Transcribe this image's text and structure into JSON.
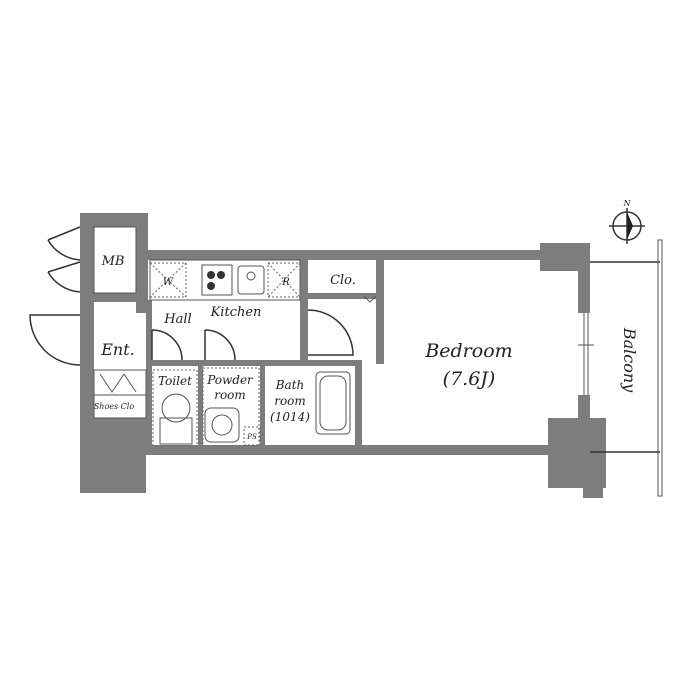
{
  "rooms": {
    "mb": "MB",
    "ent": "Ent.",
    "shoes": "Shoes Clo",
    "w": "W",
    "r": "R",
    "kitchen": "Kitchen",
    "hall": "Hall",
    "clo": "Clo.",
    "toilet": "Toilet",
    "powder_1": "Powder",
    "powder_2": "room",
    "bath_1": "Bath",
    "bath_2": "room",
    "bath_3": "(1014)",
    "ps": "PS",
    "bedroom": "Bedroom",
    "bedroom_size": "(7.6J)",
    "balcony": "Balcony"
  },
  "compass": {
    "north": "N"
  }
}
